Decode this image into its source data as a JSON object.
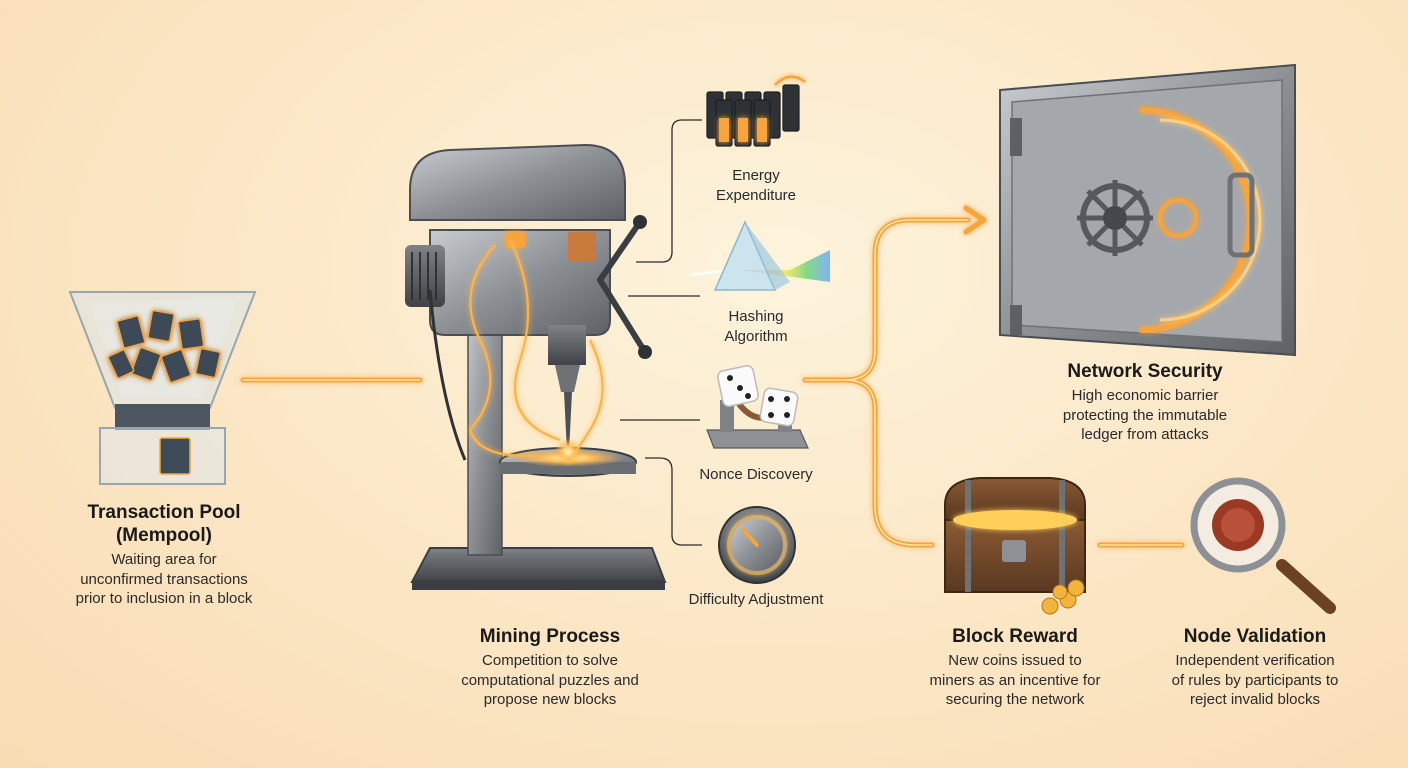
{
  "stages": {
    "transaction_pool": {
      "title_line1": "Transaction Pool",
      "title_line2": "(Mempool)",
      "desc_line1": "Waiting area for",
      "desc_line2": "unconfirmed transactions",
      "desc_line3": "prior to inclusion in a block"
    },
    "mining_process": {
      "title": "Mining Process",
      "desc_line1": "Competition to solve",
      "desc_line2": "computational puzzles and",
      "desc_line3": "propose new blocks"
    },
    "network_security": {
      "title": "Network Security",
      "desc_line1": "High economic barrier",
      "desc_line2": "protecting the immutable",
      "desc_line3": "ledger from attacks"
    },
    "block_reward": {
      "title": "Block Reward",
      "desc_line1": "New coins issued to",
      "desc_line2": "miners as an incentive for",
      "desc_line3": "securing the network"
    },
    "node_validation": {
      "title": "Node Validation",
      "desc_line1": "Independent verification",
      "desc_line2": "of rules by participants to",
      "desc_line3": "reject invalid blocks"
    }
  },
  "mining_factors": {
    "energy_line1": "Energy",
    "energy_line2": "Expenditure",
    "hashing_line1": "Hashing",
    "hashing_line2": "Algorithm",
    "nonce": "Nonce Discovery",
    "difficulty": "Difficulty Adjustment"
  },
  "colors": {
    "glow": "#f6a43a",
    "glow_core": "#ffd98a",
    "steel": "#8a8d92",
    "connector": "#2b2b2b"
  },
  "icons": [
    "hopper-icon",
    "drill-press-icon",
    "battery-icon",
    "prism-icon",
    "dice-icon",
    "dial-icon",
    "vault-icon",
    "treasure-chest-icon",
    "magnifier-seal-icon"
  ]
}
